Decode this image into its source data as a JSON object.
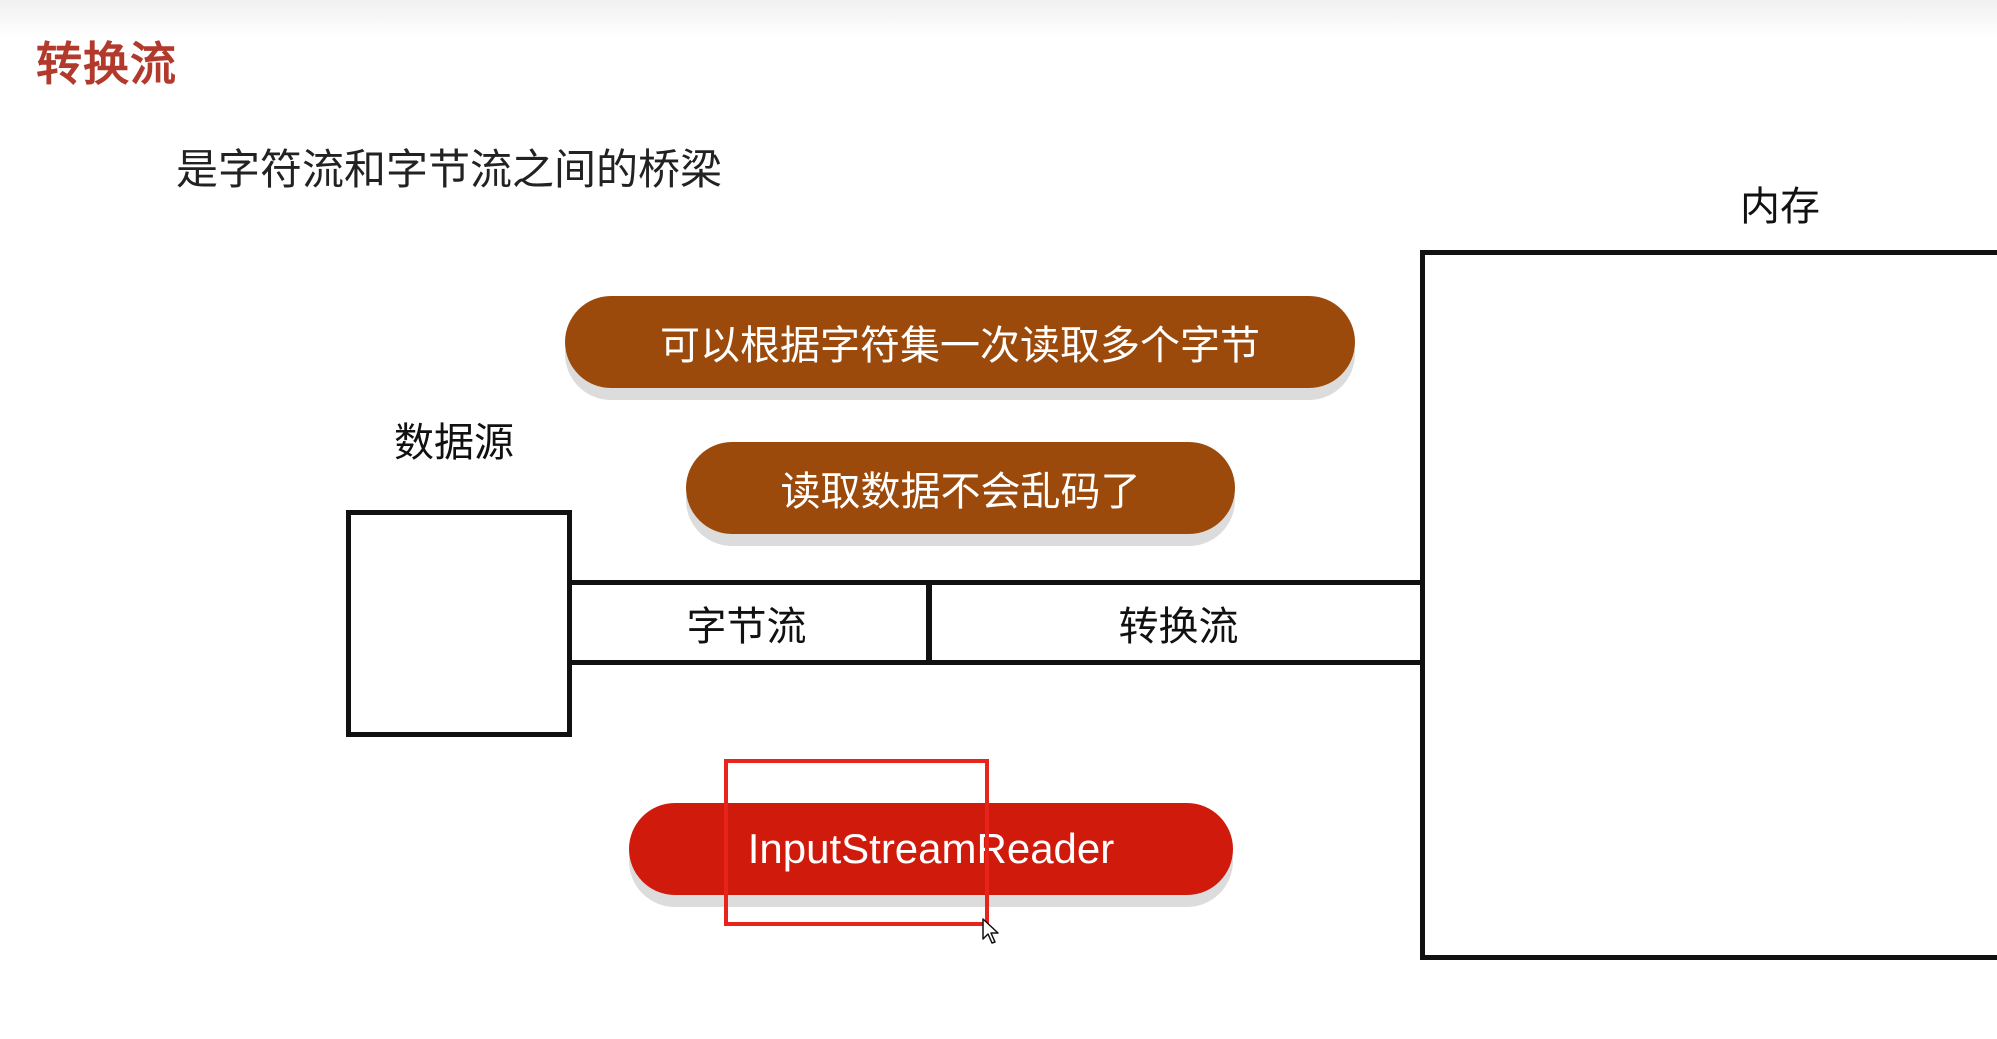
{
  "slide": {
    "title": "转换流",
    "subtitle": "是字符流和字节流之间的桥梁"
  },
  "diagram": {
    "memory_label": "内存",
    "source_label": "数据源",
    "pipe": {
      "byte_stream_label": "字节流",
      "conversion_stream_label": "转换流"
    },
    "callouts": [
      "可以根据字符集一次读取多个字节",
      "读取数据不会乱码了"
    ],
    "class_name": "InputStreamReader"
  },
  "colors": {
    "title": "#b23a2c",
    "callout_fill": "#9c4a0b",
    "class_pill_fill": "#cf1a0c",
    "highlight": "#e8231b"
  },
  "icons": {
    "cursor": "mouse-pointer-icon"
  }
}
